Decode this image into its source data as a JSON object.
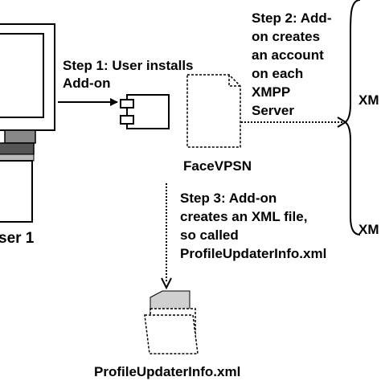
{
  "diagram": {
    "step1": [
      "Step 1: User installs",
      "Add-on"
    ],
    "step2": [
      "Step 2: Add-",
      "on creates",
      "an account",
      "on each",
      "XMPP",
      "Server"
    ],
    "step3": [
      "Step 3: Add-on",
      "creates an XML file,",
      "so called",
      "ProfileUpdaterInfo.xml"
    ],
    "component_label": "FaceVPSN",
    "user_label": "ser 1",
    "file_label": "ProfileUpdaterInfo.xml",
    "server_top_label": "XM",
    "server_bottom_label": "XM"
  }
}
